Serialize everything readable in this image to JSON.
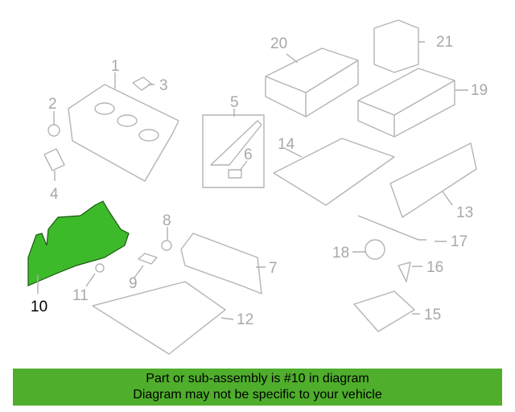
{
  "callouts": [
    "1",
    "2",
    "3",
    "4",
    "5",
    "6",
    "7",
    "8",
    "9",
    "10",
    "11",
    "12",
    "13",
    "14",
    "15",
    "16",
    "17",
    "18",
    "19",
    "20",
    "21"
  ],
  "highlighted_part": "10",
  "highlight_color": "#3dba2a",
  "banner": {
    "line1": "Part or sub-assembly is #10 in diagram",
    "line2": "Diagram may not be specific to your vehicle",
    "color": "#4fae2c"
  }
}
